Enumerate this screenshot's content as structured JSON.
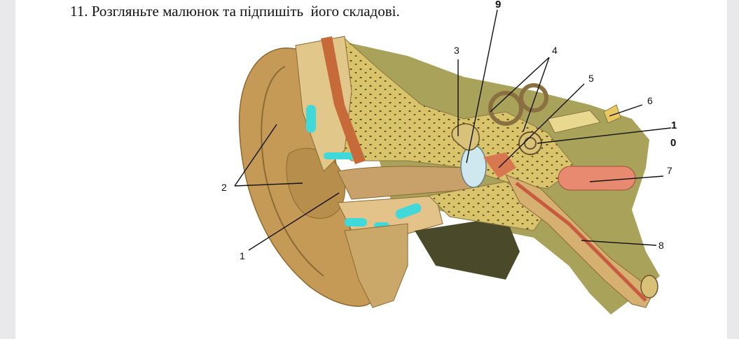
{
  "task": {
    "title": "11. Розгляньте малюнок та підпишіть  його складові."
  },
  "labels": {
    "l1": "1",
    "l2": "2",
    "l3": "3",
    "l4": "4",
    "l5": "5",
    "l6": "6",
    "l7": "7",
    "l8": "8",
    "l9": "9",
    "l10a": "1",
    "l10b": "0"
  },
  "colors": {
    "page_bg": "#ffffff",
    "outer_bg": "#e9e9ec",
    "skin": "#c9a060",
    "bone": "#d8c070",
    "cartilage": "#40d8d8",
    "muscle": "#d87850"
  }
}
